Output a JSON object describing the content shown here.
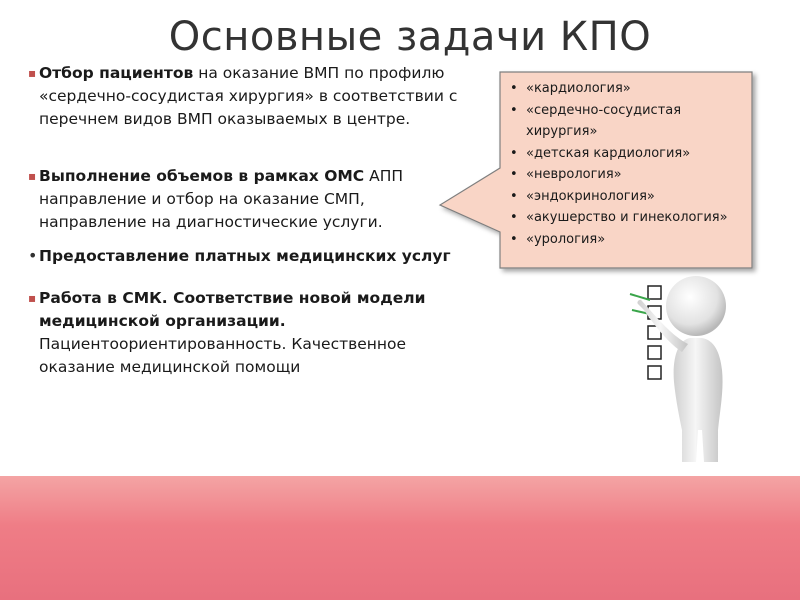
{
  "title": "Основные задачи КПО",
  "bullets": [
    {
      "bold": "Отбор пациентов",
      "rest": " на оказание ВМП по профилю «сердечно-сосудистая хирургия» в соответствии с перечнем видов ВМП оказываемых в центре."
    },
    {
      "bold": "Выполнение объемов в рамках ОМС",
      "rest": "  АПП направление и отбор на оказание СМП, направление на диагностические услуги."
    },
    {
      "bold": "Предоставление платных медицинских услуг",
      "rest": ""
    },
    {
      "bold": "Работа в  СМК. Соответствие новой модели медицинской организации.",
      "rest": " Пациентоориентированность. Качественное оказание медицинской помощи"
    }
  ],
  "callout": {
    "items": [
      "«кардиология»",
      "«сердечно-сосудистая хирургия»",
      "«детская кардиология»",
      "«неврология»",
      "«эндокринология»",
      "«акушерство и гинекология»",
      "«урология»"
    ],
    "fill_color": "#f9d5c6",
    "border_color": "#7f7f7f"
  },
  "colors": {
    "bottom_band": "#ef7d86",
    "bullet_marker": "#c0504d"
  }
}
